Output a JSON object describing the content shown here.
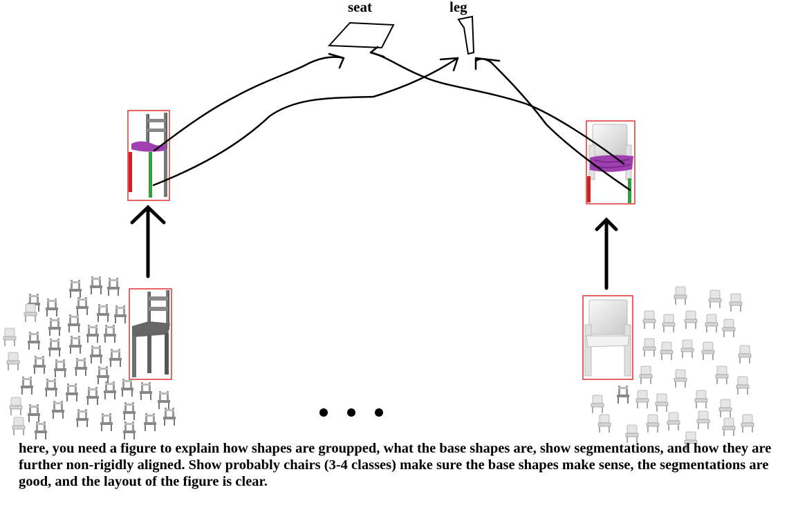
{
  "labels": {
    "seat": "seat",
    "leg": "leg"
  },
  "ellipsis": "• • •",
  "note": "here, you need a figure to explain how shapes are groupped, what the base shapes are, show segmentations, and how they are further non-rigidly aligned. Show probably chairs (3-4 classes) make sure the base shapes make sense, the segmentations are good, and the layout of the figure is clear.",
  "colors": {
    "highlight_box": "#e03030",
    "seat_segment": "#a040b0",
    "leg_segment_front": "#30a040",
    "leg_segment_back": "#d02020",
    "stroke": "#000000"
  }
}
